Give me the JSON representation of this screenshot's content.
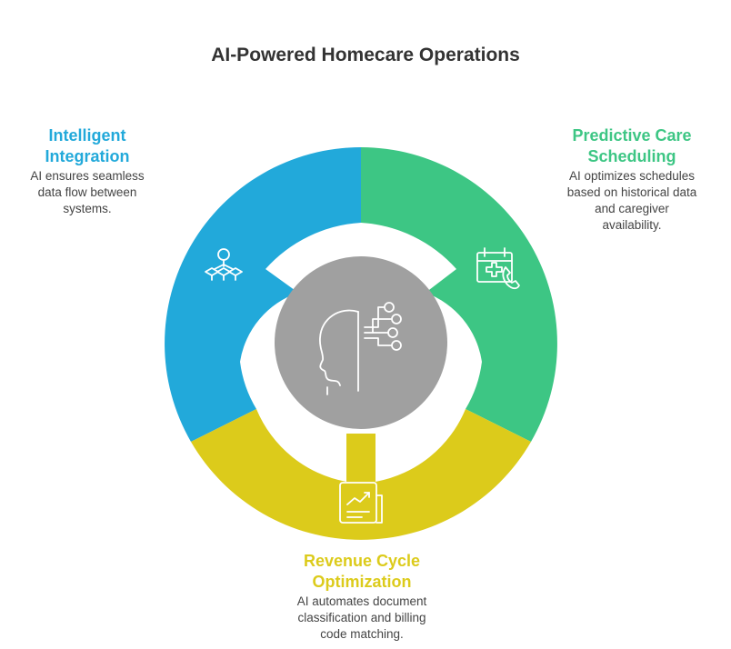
{
  "title": "AI-Powered Homecare Operations",
  "colors": {
    "blue": "#22A9DA",
    "green": "#3DC684",
    "yellow": "#DCCB1B",
    "center": "#A0A0A0",
    "icon_stroke": "#FFFFFF"
  },
  "segments": [
    {
      "id": "integration",
      "title_lines": [
        "Intelligent",
        "Integration"
      ],
      "desc_lines": [
        "AI ensures seamless",
        "data flow between",
        "systems."
      ],
      "color": "#22A9DA",
      "icon": "network-nodes-icon"
    },
    {
      "id": "scheduling",
      "title_lines": [
        "Predictive Care",
        "Scheduling"
      ],
      "desc_lines": [
        "AI optimizes schedules",
        "based on historical data",
        "and caregiver",
        "availability."
      ],
      "color": "#3DC684",
      "icon": "medical-calendar-phone-icon"
    },
    {
      "id": "revenue",
      "title_lines": [
        "Revenue Cycle",
        "Optimization"
      ],
      "desc_lines": [
        "AI automates document",
        "classification and billing",
        "code matching."
      ],
      "color": "#DCCB1B",
      "icon": "trending-document-icon"
    }
  ],
  "center_icon": "ai-head-circuit-icon"
}
